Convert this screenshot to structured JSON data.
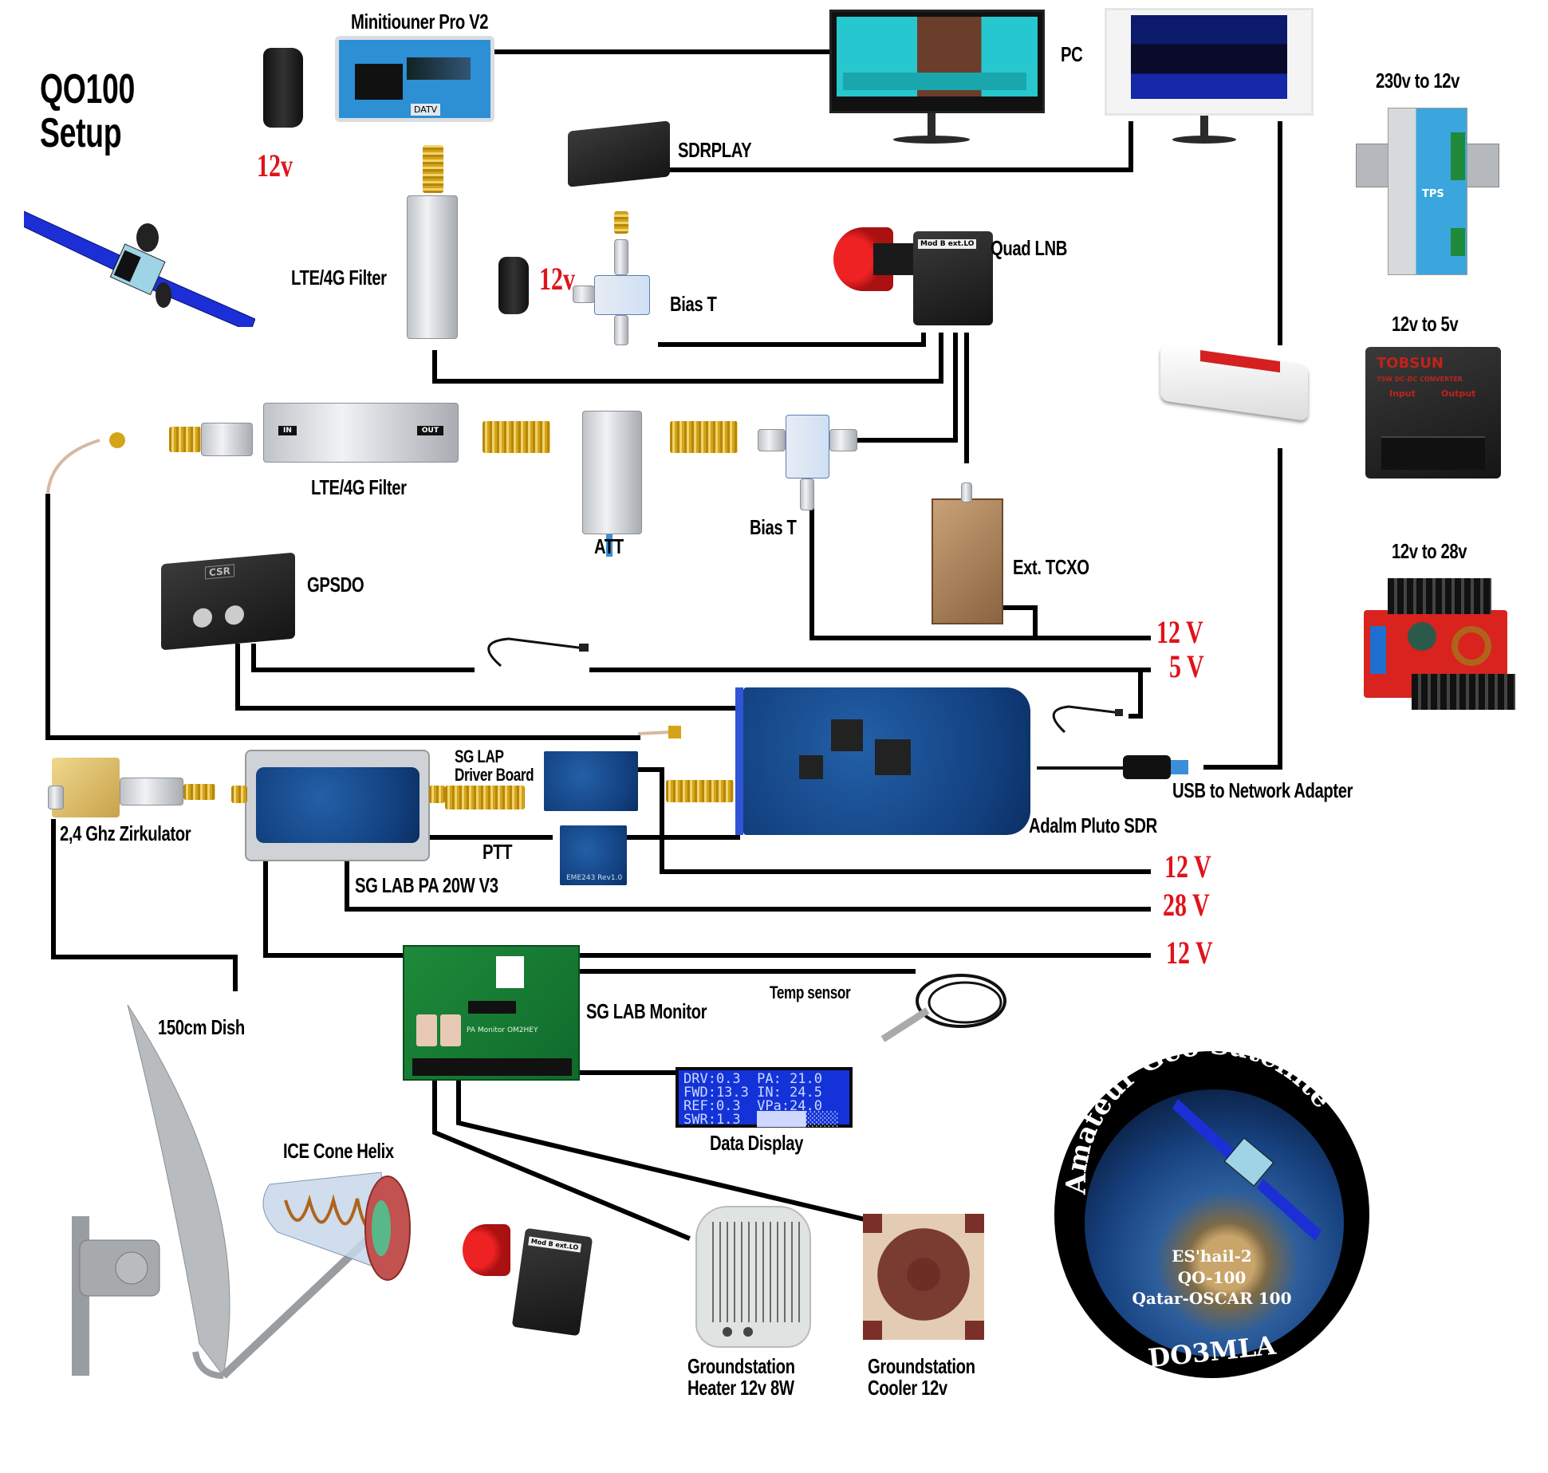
{
  "title": {
    "line1": "QO100",
    "line2": "Setup"
  },
  "receive_chain": {
    "minitiouner_label": "Minitiouner Pro V2",
    "minitiouner_screen_text": "DATV",
    "minitiouner_power": "12v",
    "pc_label": "PC",
    "sdrplay_label": "SDRPLAY",
    "lte_filter_rx_label": "LTE/4G Filter",
    "bias_t_rx_label": "Bias T",
    "bias_t_rx_power": "12v",
    "quad_lnb_label": "Quad LNB",
    "lnb_sticker": "Mod B ext.LO"
  },
  "power_supplies": [
    {
      "label": "230v to 12v",
      "brand": "TPS"
    },
    {
      "label": "12v to 5v",
      "brand": "TOBSUN",
      "subtitle": "75W DC-DC CONVERTER",
      "input": "Input",
      "output": "Output"
    },
    {
      "label": "12v to 28v"
    }
  ],
  "reference_chain": {
    "lte_filter_label": "LTE/4G Filter",
    "lte_filter_in": "IN",
    "lte_filter_out": "OUT",
    "att_label": "ATT",
    "bias_t_label": "Bias T",
    "tcxo_label": "Ext. TCXO",
    "gpsdo_label": "GPSDO",
    "gpsdo_brand": "CSR"
  },
  "voltage_rails": [
    {
      "id": "rail-12v-tcxo",
      "text": "12 V"
    },
    {
      "id": "rail-5v",
      "text": "5 V"
    },
    {
      "id": "rail-12v-driver",
      "text": "12 V"
    },
    {
      "id": "rail-28v",
      "text": "28 V"
    },
    {
      "id": "rail-12v-monitor",
      "text": "12 V"
    }
  ],
  "transmit_chain": {
    "zirkulator_label": "2,4 Ghz Zirkulator",
    "pa_label": "SG LAB PA 20W V3",
    "driver_label_line1": "SG LAP",
    "driver_label_line2": "Driver Board",
    "ptt_label": "PTT",
    "ptt_board_text": "EME243 Rev1.0",
    "pluto_label": "Adalm Pluto SDR",
    "usb_adapter_label": "USB to Network Adapter"
  },
  "monitoring": {
    "monitor_label": "SG LAB Monitor",
    "monitor_board_text": "PA Monitor OM2HEY",
    "temp_sensor_label": "Temp sensor",
    "data_display_label": "Data Display",
    "lcd_lines": [
      "DRV:0.3  PA: 21.0",
      "FWD:13.3 IN: 24.5",
      "REF:0.3  VPa:24.0",
      "SWR:1.3  ██████░░░░"
    ]
  },
  "antenna": {
    "dish_label": "150cm Dish",
    "helix_label": "ICE Cone Helix",
    "heater_label_line1": "Groundstation",
    "heater_label_line2": "Heater 12v 8W",
    "cooler_label_line1": "Groundstation",
    "cooler_label_line2": "Cooler 12v"
  },
  "logo": {
    "arc_text": "Amateur Geo Satellite",
    "line1": "ES'hail-2",
    "line2": "QO-100",
    "line3": "Qatar-OSCAR 100",
    "callsign": "DO3MLA"
  },
  "colors": {
    "voltage_red": "#e0131b",
    "wire": "#000000",
    "panel_blue": "#1333d8"
  }
}
